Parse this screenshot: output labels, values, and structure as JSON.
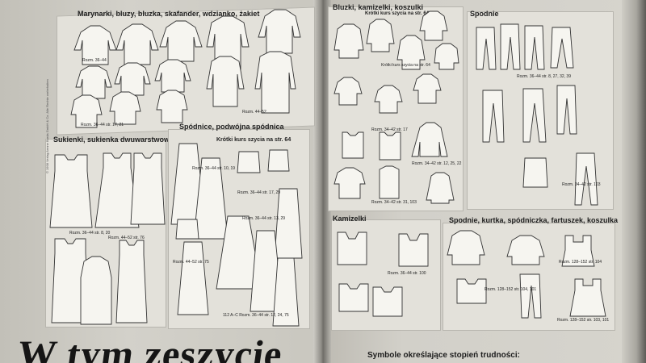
{
  "sections": {
    "jackets": "Marynarki, bluzy, bluzka, skafander, wdzianko, żakiet",
    "dresses": "Sukienki, sukienka dwuwarstwowa",
    "skirts": "Spódnice, podwójna spódnica",
    "short_course_left": "Krótki kurs szycia na str. 64",
    "blouses": "Bluzki, kamizelki, koszulki",
    "short_course_right": "Krótki kurs szycia na str. 64",
    "trousers": "Spodnie",
    "vests": "Kamizelki",
    "kids": "Spodnie, kurtka, spódniczka, fartuszek, koszulka"
  },
  "labels": {
    "l1": "Rozm. 36–44",
    "l2": "Rozm. 36–44 str. 17, 21",
    "l3": "Rozm. 44–52",
    "l4": "Rozm. 36–44 str. 8, 20",
    "l5": "Rozm. 44–52 str. 76",
    "l6": "Rozm. 36–44 str. 10, 19",
    "l7": "Rozm. 36–44 str. 17, 29",
    "l8": "Rozm. 36–44 str. 13, 29",
    "l9": "Rozm. 44–52 str. 75",
    "l10": "112 A–C Rozm. 36–44 str. 12, 24, 75",
    "r1": "Krótki kurs szycia na str. 64",
    "r2": "Rozm. 34–42 str. 17",
    "r3": "Rozm. 34–42 str. 12, 25, 22",
    "r4": "Rozm. 34–42 str. 31, 103",
    "r5": "Rozm. 36–44 str. 8, 27, 32, 39",
    "r6": "Rozm. 34–42 str. 103",
    "r7": "Rozm. 36–44 str. 100",
    "r8": "Rozm. 128–152 str. 104",
    "r9": "Rozm. 128–152 str. 104, 101",
    "r10": "Rozm. 128–152 str. 103, 101"
  },
  "headline": "W tym zeszycie",
  "footer_note": "Symbole określające stopień trudności:",
  "side_credit": "© 1998 Verlag Aenne Burda GmbH & Co. Alle Rechte vorbehalten"
}
